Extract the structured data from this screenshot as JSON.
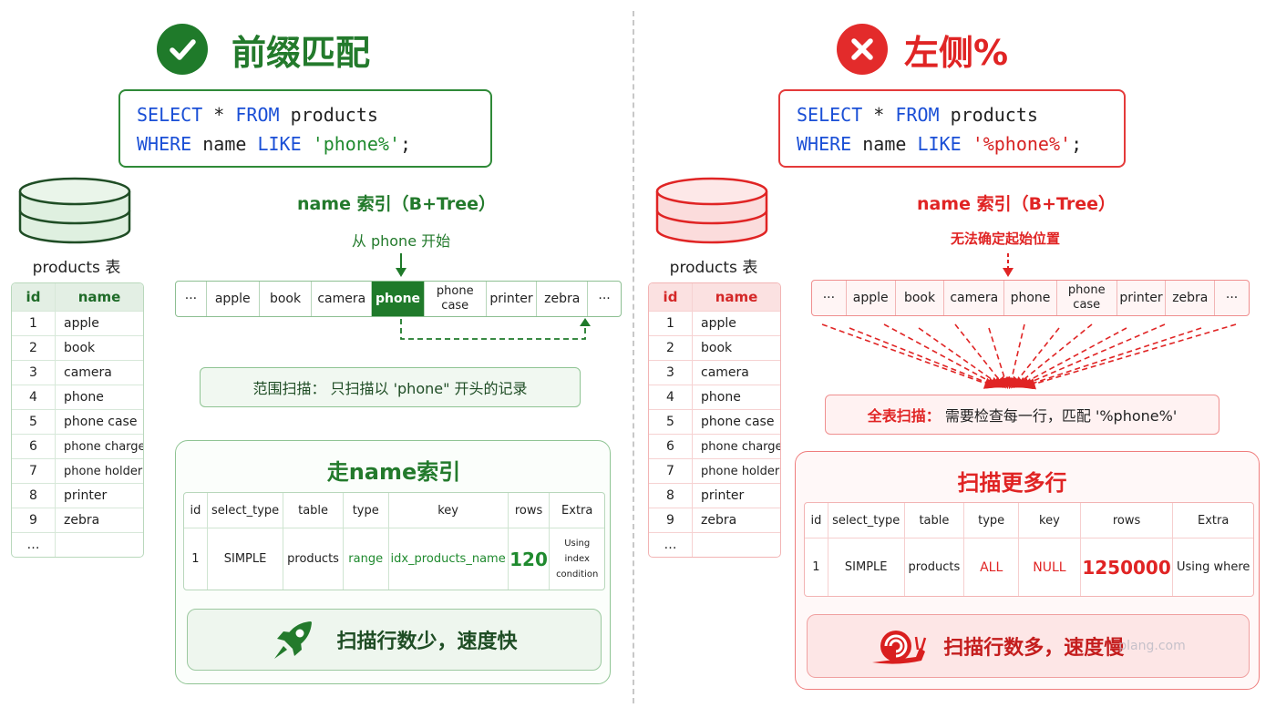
{
  "left": {
    "title": "前缀匹配",
    "sql": {
      "kw1": "SELECT",
      "star": " * ",
      "kw2": "FROM",
      "table": " products",
      "kw3": "WHERE",
      "col": " name ",
      "kw4": "LIKE",
      "pattern": "'phone%'",
      "semi": ";"
    },
    "table_label": "products 表",
    "table_headers": [
      "id",
      "name"
    ],
    "rows": [
      [
        "1",
        "apple"
      ],
      [
        "2",
        "book"
      ],
      [
        "3",
        "camera"
      ],
      [
        "4",
        "phone"
      ],
      [
        "5",
        "phone case"
      ],
      [
        "6",
        "phone charger"
      ],
      [
        "7",
        "phone holder"
      ],
      [
        "8",
        "printer"
      ],
      [
        "9",
        "zebra"
      ],
      [
        "…",
        ""
      ]
    ],
    "index_title": "name 索引（B+Tree）",
    "index_note": "从 phone 开始",
    "keys": [
      "···",
      "apple",
      "book",
      "camera",
      "phone",
      "phone case",
      "printer",
      "zebra",
      "···"
    ],
    "scan": "范围扫描： 只扫描以 'phone\" 开头的记录",
    "panel_title": "走name索引",
    "explain_headers": [
      "id",
      "select_type",
      "table",
      "type",
      "key",
      "rows",
      "Extra"
    ],
    "explain_row": [
      "1",
      "SIMPLE",
      "products",
      "range",
      "idx_products_name",
      "120",
      "Using index condition"
    ],
    "banner": "扫描行数少，速度快",
    "icon": "rocket-icon",
    "status_icon": "check-icon"
  },
  "right": {
    "title": "左侧%",
    "sql": {
      "kw1": "SELECT",
      "star": " * ",
      "kw2": "FROM",
      "table": " products",
      "kw3": "WHERE",
      "col": " name ",
      "kw4": "LIKE",
      "pattern": "'%phone%'",
      "semi": ";"
    },
    "table_label": "products 表",
    "table_headers": [
      "id",
      "name"
    ],
    "rows": [
      [
        "1",
        "apple"
      ],
      [
        "2",
        "book"
      ],
      [
        "3",
        "camera"
      ],
      [
        "4",
        "phone"
      ],
      [
        "5",
        "phone case"
      ],
      [
        "6",
        "phone charger"
      ],
      [
        "7",
        "phone holder"
      ],
      [
        "8",
        "printer"
      ],
      [
        "9",
        "zebra"
      ],
      [
        "…",
        ""
      ]
    ],
    "index_title": "name 索引（B+Tree）",
    "index_note": "无法确定起始位置",
    "keys": [
      "···",
      "apple",
      "book",
      "camera",
      "phone",
      "phone case",
      "printer",
      "zebra",
      "···"
    ],
    "scan_prefix": "全表扫描：",
    "scan_rest": " 需要检查每一行，匹配 '%phone%'",
    "panel_title": "扫描更多行",
    "explain_headers": [
      "id",
      "select_type",
      "table",
      "type",
      "key",
      "rows",
      "Extra"
    ],
    "explain_row": [
      "1",
      "SIMPLE",
      "products",
      "ALL",
      "NULL",
      "1250000",
      "Using where"
    ],
    "banner": "扫描行数多，速度慢",
    "watermark": "plang.com",
    "icon": "snail-icon",
    "status_icon": "x-icon"
  },
  "colors": {
    "green": "#1f7a2a",
    "red": "#e32b2b",
    "blue_keyword": "#1a4fd6"
  }
}
